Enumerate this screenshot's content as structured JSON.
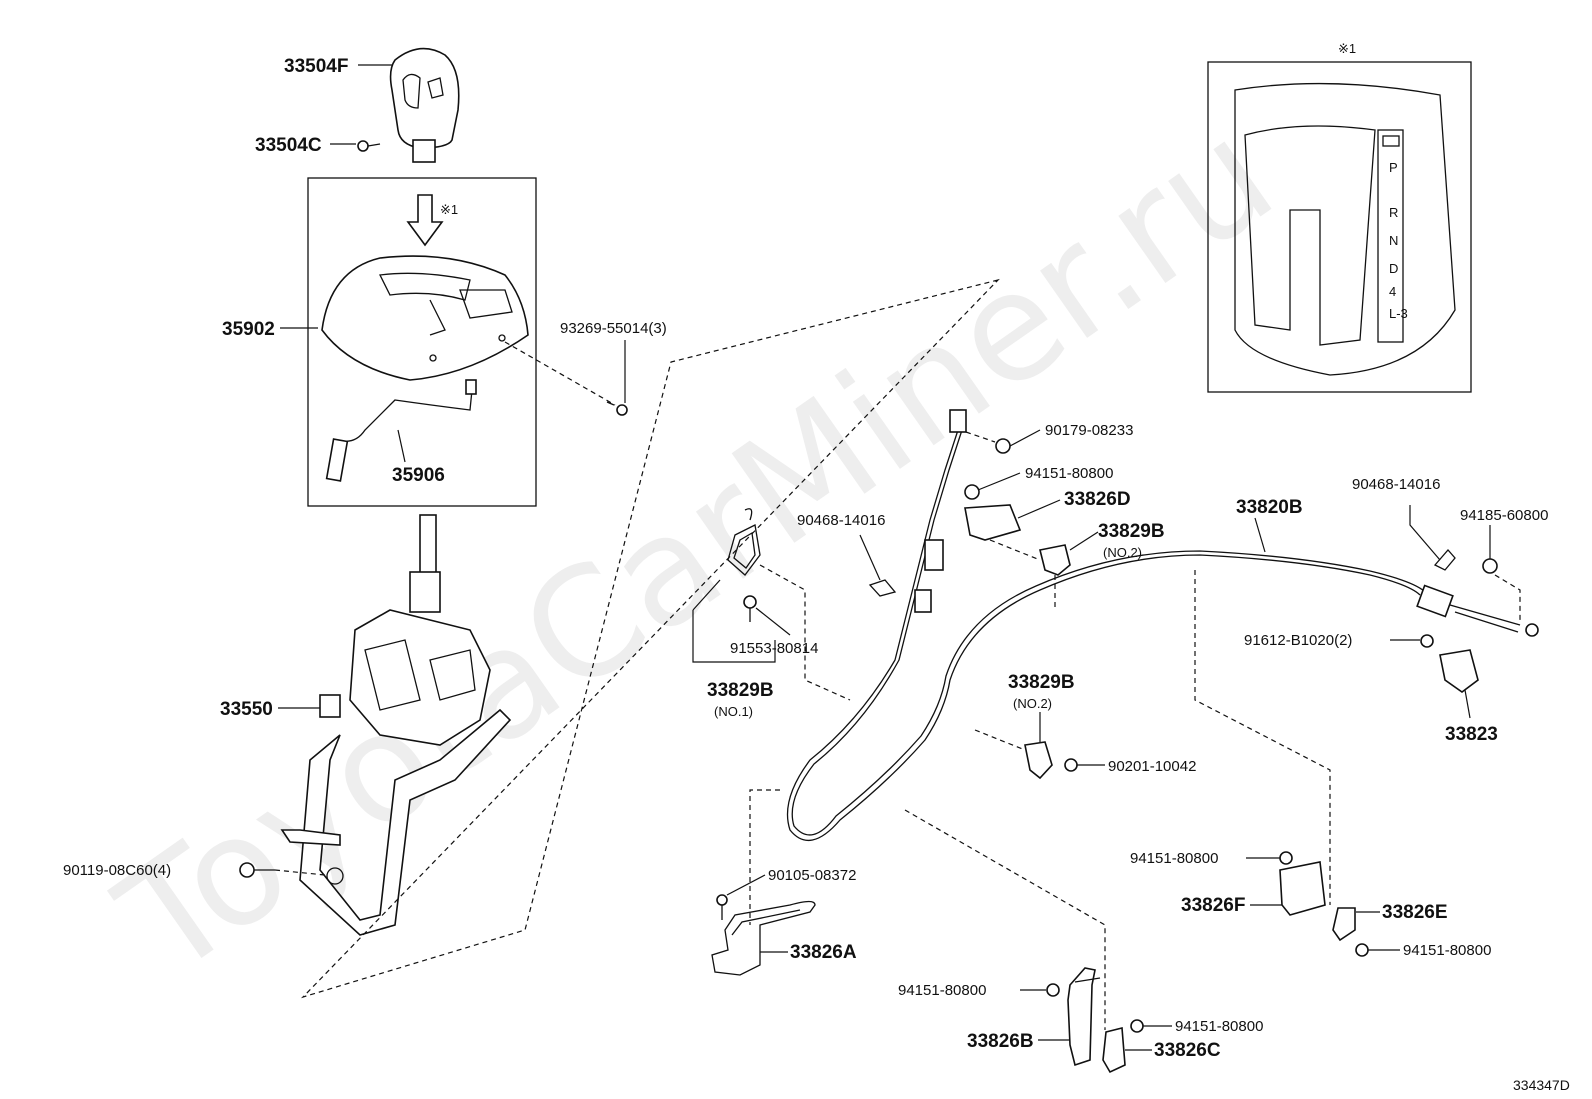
{
  "watermark": "ToyotaCarMiner.ru",
  "diagram_id": "334347D",
  "reference_mark": "※1",
  "callouts": {
    "p33504F": "33504F",
    "p33504C": "33504C",
    "p35902": "35902",
    "p35906": "35906",
    "p93269": "93269-55014(3)",
    "p33550": "33550",
    "p90119": "90119-08C60(4)",
    "p90179": "90179-08233",
    "p94151a": "94151-80800",
    "p33826D": "33826D",
    "p90468a": "90468-14016",
    "p33829B_no2a": "33829B",
    "no2a": "(NO.2)",
    "p33820B": "33820B",
    "p90468b": "90468-14016",
    "p94185": "94185-60800",
    "p91612": "91612-B1020(2)",
    "p33823": "33823",
    "p91553": "91553-80814",
    "p33829B_no1": "33829B",
    "no1": "(NO.1)",
    "p33829B_no2b": "33829B",
    "no2b": "(NO.2)",
    "p90201": "90201-10042",
    "p90105": "90105-08372",
    "p33826A": "33826A",
    "p94151b": "94151-80800",
    "p33826F": "33826F",
    "p33826E": "33826E",
    "p94151c": "94151-80800",
    "p94151d": "94151-80800",
    "p94151e": "94151-80800",
    "p33826B": "33826B",
    "p33826C": "33826C"
  },
  "gate_positions": [
    "P",
    "R",
    "N",
    "D",
    "4",
    "L-3"
  ]
}
